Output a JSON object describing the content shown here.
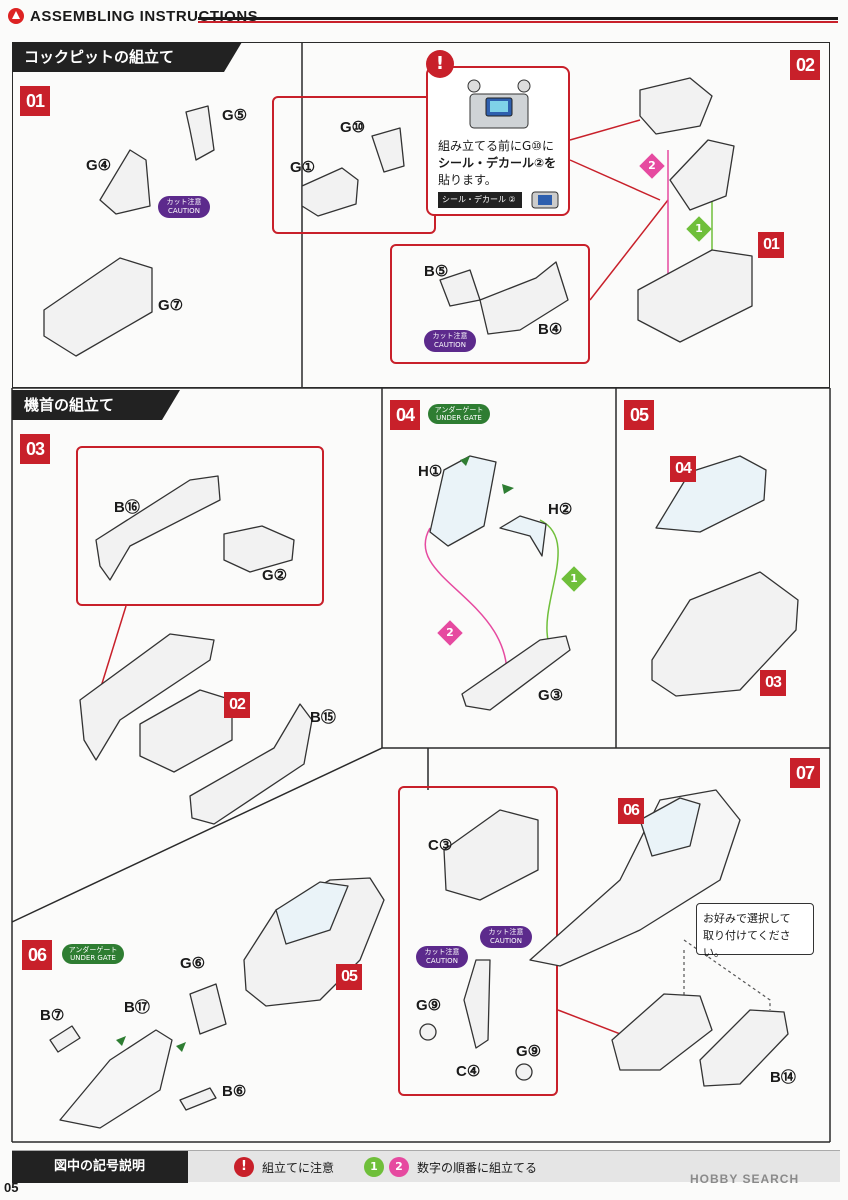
{
  "header": {
    "title": "ASSEMBLING INSTRUCTIONS"
  },
  "sections": {
    "cockpit": "コックピットの組立て",
    "nose": "機首の組立て"
  },
  "steps": {
    "s01": "01",
    "s02": "02",
    "s03": "03",
    "s04": "04",
    "s05": "05",
    "s06": "06",
    "s07": "07"
  },
  "sub_labels": {
    "r01": "01",
    "r02": "02",
    "r03": "03",
    "r04": "04",
    "r05": "05",
    "r06": "06"
  },
  "parts": {
    "g5": "G⑤",
    "g4": "G④",
    "g7": "G⑦",
    "g10": "G⑩",
    "g1": "G①",
    "b5": "B⑤",
    "b4": "B④",
    "b16": "B⑯",
    "g2": "G②",
    "b15": "B⑮",
    "h1": "H①",
    "h2": "H②",
    "g3": "G③",
    "c3": "C③",
    "g9a": "G⑨",
    "g9b": "G⑨",
    "c4": "C④",
    "b14": "B⑭",
    "b7": "B⑦",
    "b17": "B⑰",
    "g6": "G⑥",
    "b6": "B⑥"
  },
  "badges": {
    "caution_jp": "カット注意",
    "caution_en": "CAUTION",
    "gate_jp": "アンダーゲート",
    "gate_en": "UNDER GATE"
  },
  "note": {
    "line1": "組み立てる前にG⑩に",
    "line2": "シール・デカール②を",
    "line3": "貼ります。",
    "sticker": "シール・デカール ②"
  },
  "bubble": {
    "line1": "お好みで選択して",
    "line2": "取り付けてください。"
  },
  "sequence": {
    "one": "1",
    "two": "2"
  },
  "legend": {
    "label": "図中の記号説明",
    "caution_icon": "!",
    "caution_text": "組立てに注意",
    "order_text": "数字の順番に組立てる"
  },
  "page_number": "05",
  "watermark": "HOBBY SEARCH",
  "colors": {
    "accent_red": "#c8202a",
    "caution_purple": "#5c2a8c",
    "gate_green": "#2e7d32",
    "seq_pink": "#e64aa0",
    "seq_green": "#6fbf3a"
  }
}
